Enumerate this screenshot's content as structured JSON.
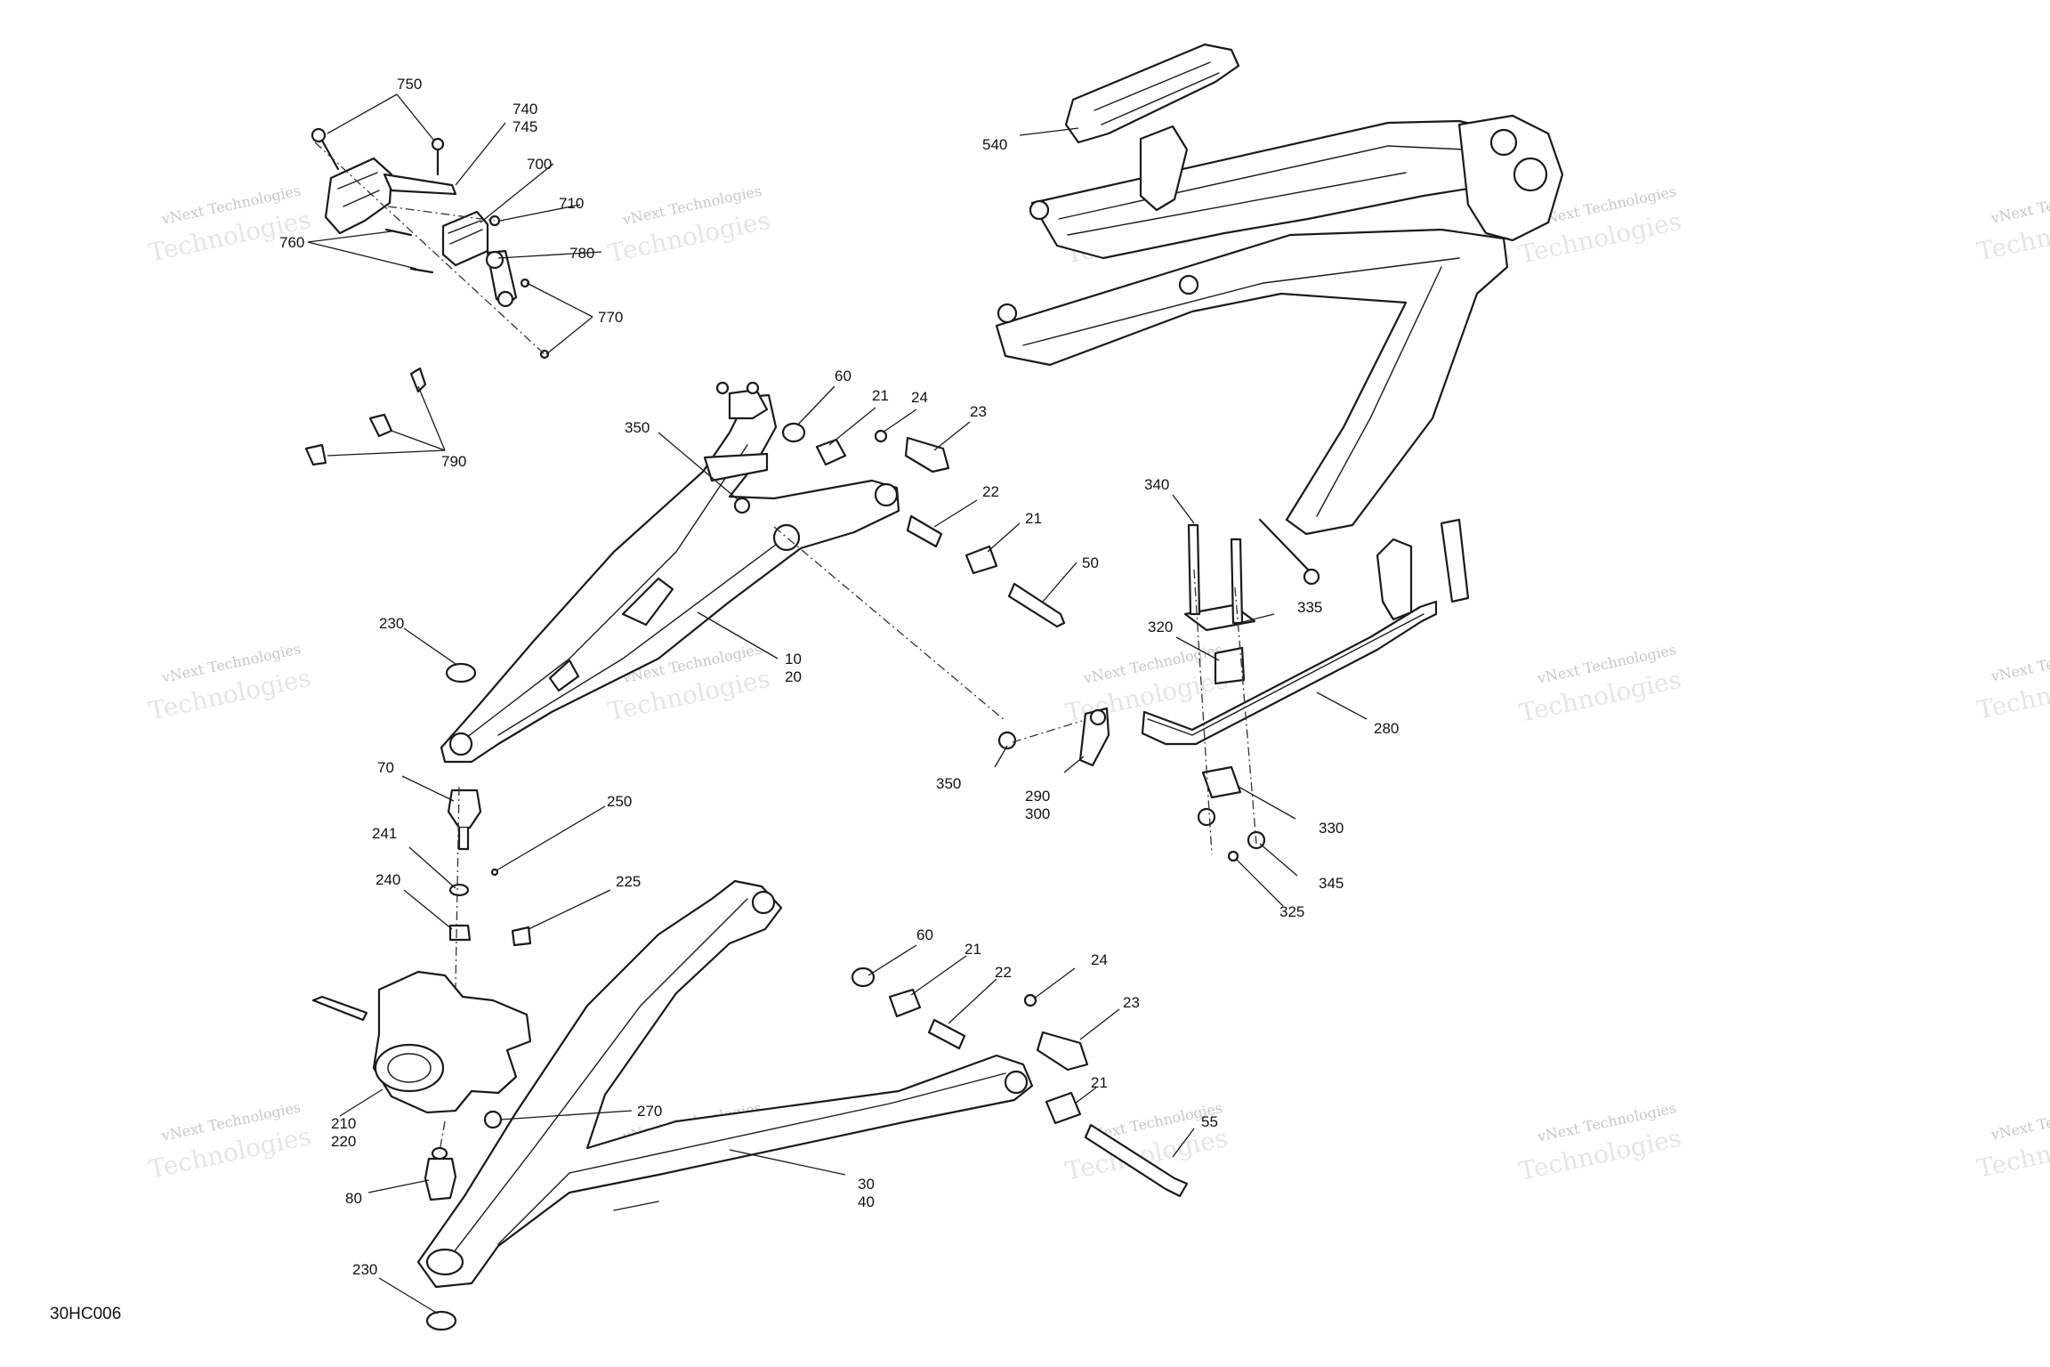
{
  "diagram_id": "30HC006",
  "watermark": {
    "line1": "vNext Technologies",
    "line2": "Technologies"
  },
  "callouts": {
    "c750": "750",
    "c740": "740",
    "c745": "745",
    "c700": "700",
    "c710": "710",
    "c760": "760",
    "c780": "780",
    "c770": "770",
    "c790": "790",
    "c540": "540",
    "c60a": "60",
    "c21a": "21",
    "c24a": "24",
    "c23a": "23",
    "c350a": "350",
    "c22a": "22",
    "c21b": "21",
    "c50": "50",
    "c230a": "230",
    "c10": "10",
    "c20": "20",
    "c340": "340",
    "c335": "335",
    "c320": "320",
    "c280": "280",
    "c350b": "350",
    "c290": "290",
    "c300": "300",
    "c330": "330",
    "c345": "345",
    "c325": "325",
    "c70": "70",
    "c250": "250",
    "c241": "241",
    "c240": "240",
    "c225": "225",
    "c60b": "60",
    "c21c": "21",
    "c22b": "22",
    "c24b": "24",
    "c23b": "23",
    "c21d": "21",
    "c55": "55",
    "c270": "270",
    "c210": "210",
    "c220": "220",
    "c80": "80",
    "c30": "30",
    "c40": "40",
    "c230b": "230"
  }
}
